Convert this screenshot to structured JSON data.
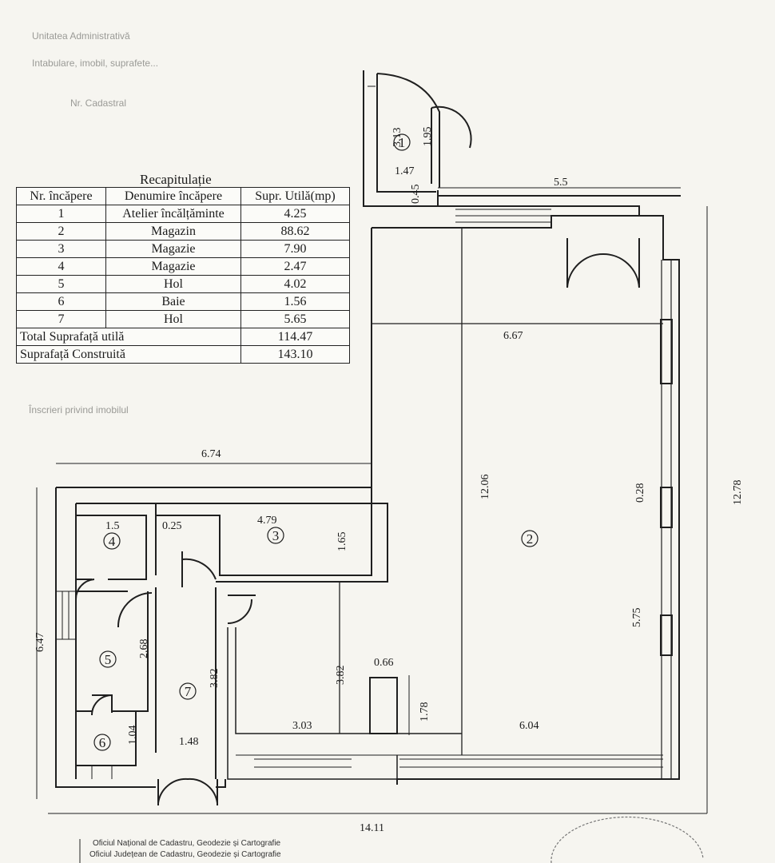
{
  "recap": {
    "title": "Recapitulație",
    "headers": [
      "Nr. încăpere",
      "Denumire încăpere",
      "Supr. Utilă(mp)"
    ],
    "rows": [
      [
        "1",
        "Atelier încălțăminte",
        "4.25"
      ],
      [
        "2",
        "Magazin",
        "88.62"
      ],
      [
        "3",
        "Magazie",
        "7.90"
      ],
      [
        "4",
        "Magazie",
        "2.47"
      ],
      [
        "5",
        "Hol",
        "4.02"
      ],
      [
        "6",
        "Baie",
        "1.56"
      ],
      [
        "7",
        "Hol",
        "5.65"
      ]
    ],
    "total_label": "Total Suprafață utilă",
    "total_value": "114.47",
    "built_label": "Suprafață Construită",
    "built_value": "143.10"
  },
  "dimensions": {
    "d_313": "3.13",
    "d_195": "1.95",
    "d_147": "1.47",
    "d_045": "0.45",
    "d_55": "5.5",
    "d_667": "6.67",
    "d_1206": "12.06",
    "d_1278": "12.78",
    "d_028": "0.28",
    "d_674": "6.74",
    "d_15": "1.5",
    "d_025": "0.25",
    "d_479": "4.79",
    "d_165": "1.65",
    "d_647": "6.47",
    "d_268": "2.68",
    "d_382a": "3.82",
    "d_382b": "3.82",
    "d_066": "0.66",
    "d_575": "5.75",
    "d_178": "1.78",
    "d_303": "3.03",
    "d_604": "6.04",
    "d_104": "1.04",
    "d_148": "1.48",
    "d_1411": "14.11"
  },
  "rooms": [
    "1",
    "2",
    "3",
    "4",
    "5",
    "6",
    "7"
  ],
  "faded": {
    "top1": "Unitatea Administrativă",
    "top2": "Intabulare, imobil, suprafete...",
    "top3": "Nr. Cadastral",
    "mid1": "Înscrieri privind imobilul"
  },
  "stamp": {
    "line1": "Oficiul Național de Cadastru, Geodezie și Cartografie",
    "line2": "Oficiul Județean de Cadastru, Geodezie și Cartografie"
  }
}
